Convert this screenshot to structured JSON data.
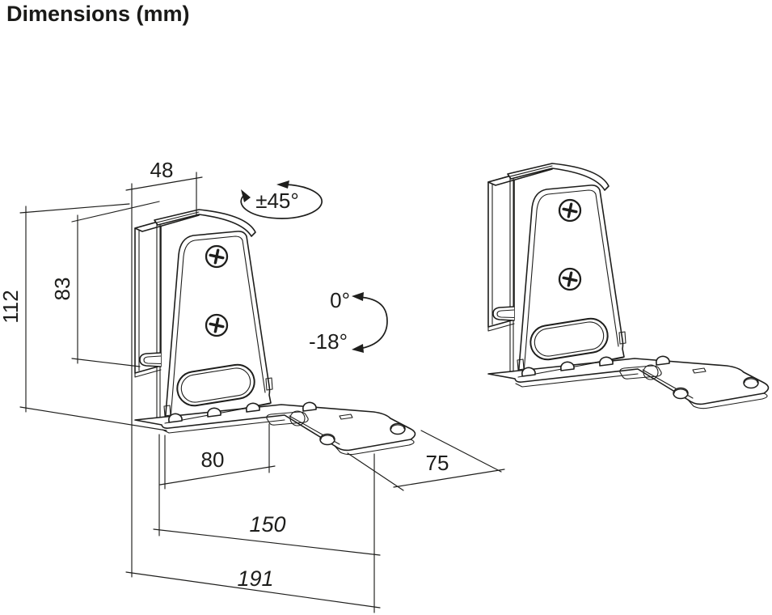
{
  "page": {
    "title": "Dimensions (mm)"
  },
  "drawing": {
    "type": "technical-dimension-diagram",
    "subject": "speaker wall-mount bracket shown in two isometric views",
    "unit": "mm",
    "colors": {
      "background": "#ffffff",
      "line": "#1e1e1c"
    },
    "dimensions": {
      "depth": "48",
      "swivel_range": "±45°",
      "overall_height": "112",
      "plate_height": "83",
      "tilt_max": "0°",
      "tilt_min": "-18°",
      "inner_width": "80",
      "wing_depth": "75",
      "shelf_span": "150",
      "overall_span": "191"
    }
  }
}
